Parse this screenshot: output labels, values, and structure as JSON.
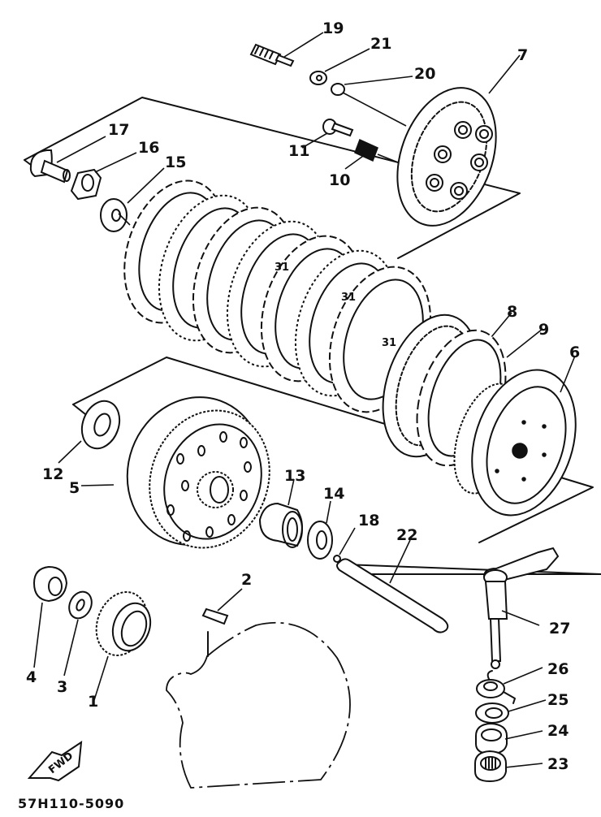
{
  "diagram": {
    "title": "Clutch assembly exploded view",
    "figure_code": "57H110-5090",
    "direction_badge": "FWD",
    "callouts": [
      {
        "id": "1"
      },
      {
        "id": "2"
      },
      {
        "id": "3"
      },
      {
        "id": "4"
      },
      {
        "id": "5"
      },
      {
        "id": "6"
      },
      {
        "id": "7"
      },
      {
        "id": "8"
      },
      {
        "id": "9"
      },
      {
        "id": "10"
      },
      {
        "id": "11"
      },
      {
        "id": "12"
      },
      {
        "id": "13"
      },
      {
        "id": "14"
      },
      {
        "id": "15"
      },
      {
        "id": "16"
      },
      {
        "id": "17"
      },
      {
        "id": "18"
      },
      {
        "id": "19"
      },
      {
        "id": "20"
      },
      {
        "id": "21"
      },
      {
        "id": "22"
      },
      {
        "id": "23"
      },
      {
        "id": "24"
      },
      {
        "id": "25"
      },
      {
        "id": "26"
      },
      {
        "id": "27"
      }
    ],
    "friction_plate_marking": "31"
  }
}
